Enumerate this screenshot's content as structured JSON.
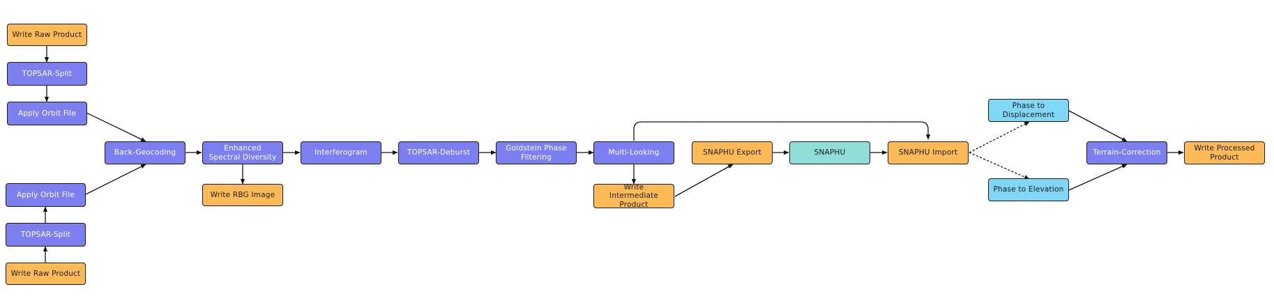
{
  "colors": {
    "process": "#7b7ff0",
    "io": "#fdba57",
    "unwrap": "#8fded8",
    "conversion": "#7fd6f5",
    "edge": "#111111"
  },
  "nodes": {
    "write_raw_top": "Write Raw Product",
    "topsar_split_top": "TOPSAR-Split",
    "apply_orbit_top": "Apply Orbit File",
    "back_geocoding": "Back-Geocoding",
    "apply_orbit_bottom": "Apply Orbit File",
    "topsar_split_bottom": "TOPSAR-Split",
    "write_raw_bottom": "Write Raw Product",
    "esd": "Enhanced Spectral Diversity",
    "write_rbg": "Write RBG Image",
    "interferogram": "Interferogram",
    "deburst": "TOPSAR-Deburst",
    "goldstein": "Goldstein Phase Filtering",
    "multilook": "Multi-Looking",
    "write_intermediate": "Write Intermediate Product",
    "snaphu_export": "SNAPHU Export",
    "snaphu": "SNAPHU",
    "snaphu_import": "SNAPHU Import",
    "phase_displacement": "Phase to Displacement",
    "phase_elevation": "Phase to Elevation",
    "terrain_correction": "Terrain-Correction",
    "write_processed": "Write Processed Product"
  }
}
